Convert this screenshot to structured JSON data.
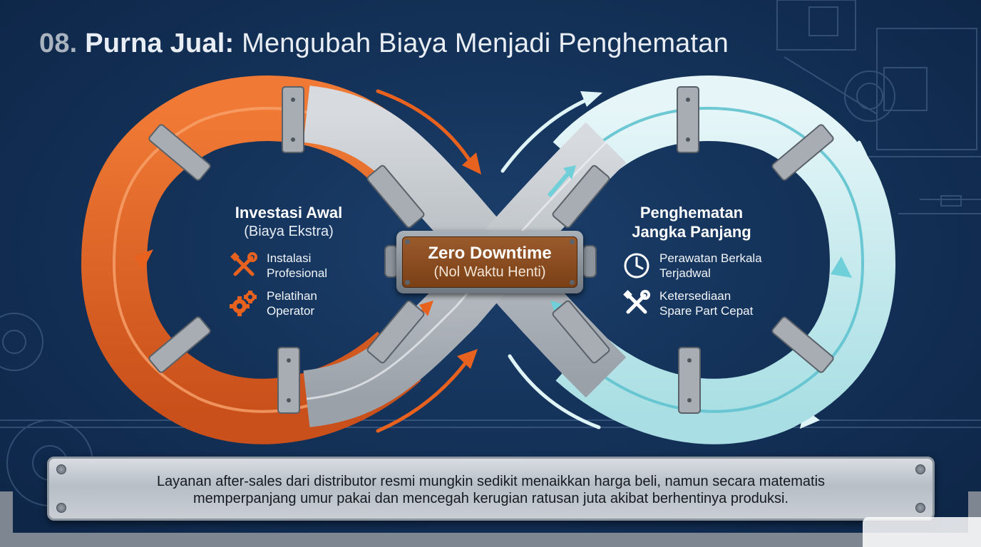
{
  "title": {
    "number": "08.",
    "bold": "Purna Jual:",
    "rest": "Mengubah Biaya Menjadi Penghematan"
  },
  "left_panel": {
    "heading": "Investasi Awal",
    "subheading": "(Biaya Ekstra)",
    "items": [
      {
        "icon": "wrench-screwdriver-icon",
        "text": [
          "Instalasi",
          "Profesional"
        ]
      },
      {
        "icon": "gears-icon",
        "text": [
          "Pelatihan",
          "Operator"
        ]
      }
    ]
  },
  "center_plate": {
    "title": "Zero Downtime",
    "subtitle": "(Nol Waktu Henti)"
  },
  "right_panel": {
    "heading": [
      "Penghematan",
      "Jangka Panjang"
    ],
    "items": [
      {
        "icon": "clock-icon",
        "text": [
          "Perawatan Berkala",
          "Terjadwal"
        ]
      },
      {
        "icon": "wrench-screwdriver-icon",
        "text": [
          "Ketersediaan",
          "Spare Part Cepat"
        ]
      }
    ]
  },
  "footer": {
    "lines": [
      "Layanan after-sales dari distributor resmi mungkin sedikit menaikkan harga beli, namun secara matematis",
      "memperpanjang umur pakai dan mencegah kerugian ratusan juta akibat berhentinya produksi."
    ]
  },
  "colors": {
    "orange": "#e8621f",
    "teal": "#8fd6de",
    "steel": "#b9bec4",
    "navy": "#143259",
    "plate": "#8a4a20"
  }
}
